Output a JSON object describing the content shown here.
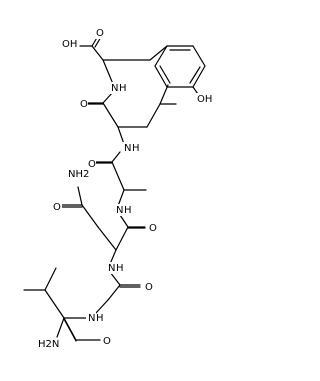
{
  "structure": {
    "atom_labels": {
      "carboxyl_oh": "OH",
      "carboxyl_o": "O",
      "tyr_nh": "N",
      "tyr_phenol_oh": "OH",
      "leu_carbonyl_o": "O",
      "leu_nh": "N",
      "ala_carbonyl_o": "O",
      "gln_amide_nh2": "NH2",
      "gln_amide_o": "O",
      "ala_nh": "N",
      "gln_carbonyl_o": "O",
      "gln_nh": "N",
      "gly_carbonyl_o": "O",
      "gly_nh": "N",
      "leu2_carbonyl_o": "O",
      "n_terminal_nh2": "H2N"
    },
    "implicit_h": "H"
  }
}
